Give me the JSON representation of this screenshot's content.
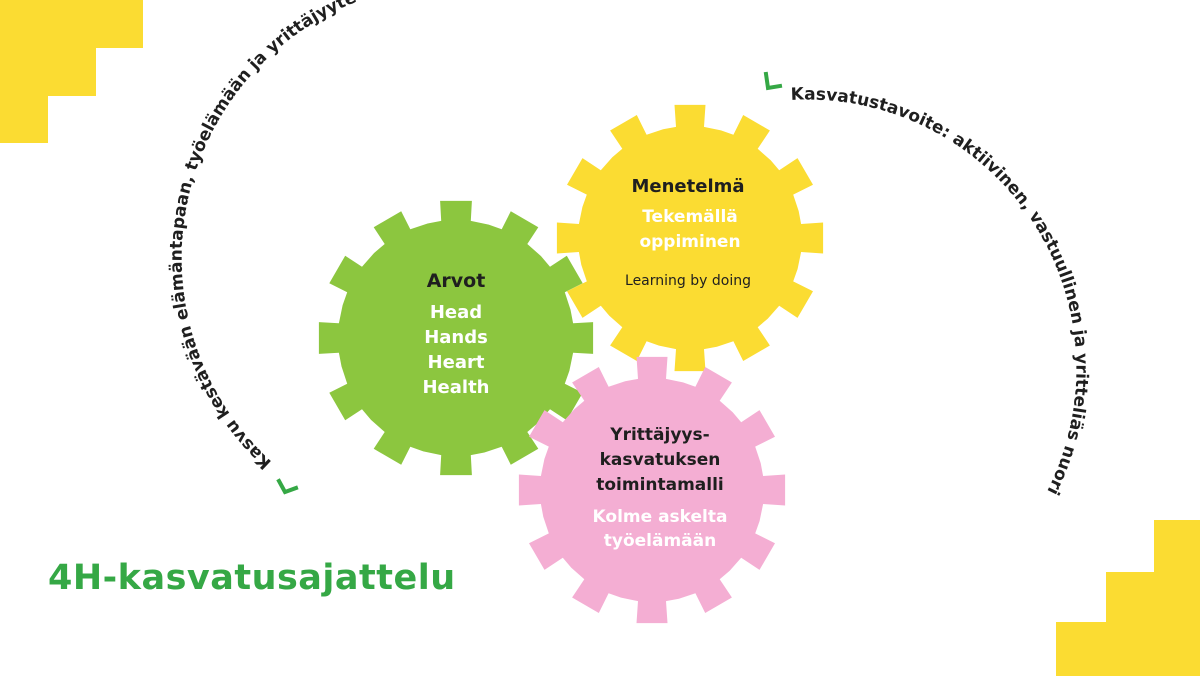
{
  "diagram": {
    "title": "4H-kasvatusajattelu",
    "arc_left": "Kasvu kestävään elämäntapaan, työelämään ja yrittäjyyteen",
    "arc_right": "Kasvatustavoite: aktiivinen, vastuullinen ja yritteliäs nuori",
    "gears": {
      "arvot": {
        "heading": "Arvot",
        "lines": [
          "Head",
          "Hands",
          "Heart",
          "Health"
        ],
        "color": "#8cc63f"
      },
      "menetelma": {
        "heading": "Menetelmä",
        "lines": [
          "Tekemällä",
          "oppiminen"
        ],
        "note": "Learning by doing",
        "color": "#fbdc32"
      },
      "toimintamalli": {
        "heading_lines": [
          "Yrittäjyys-",
          "kasvatuksen",
          "toimintamalli"
        ],
        "lines": [
          "Kolme askelta",
          "työelämään"
        ],
        "color": "#f4aed3"
      }
    },
    "colors": {
      "accent_green": "#35a845",
      "corner_yellow": "#fbdc32",
      "text_dark": "#1f1f1f"
    }
  }
}
